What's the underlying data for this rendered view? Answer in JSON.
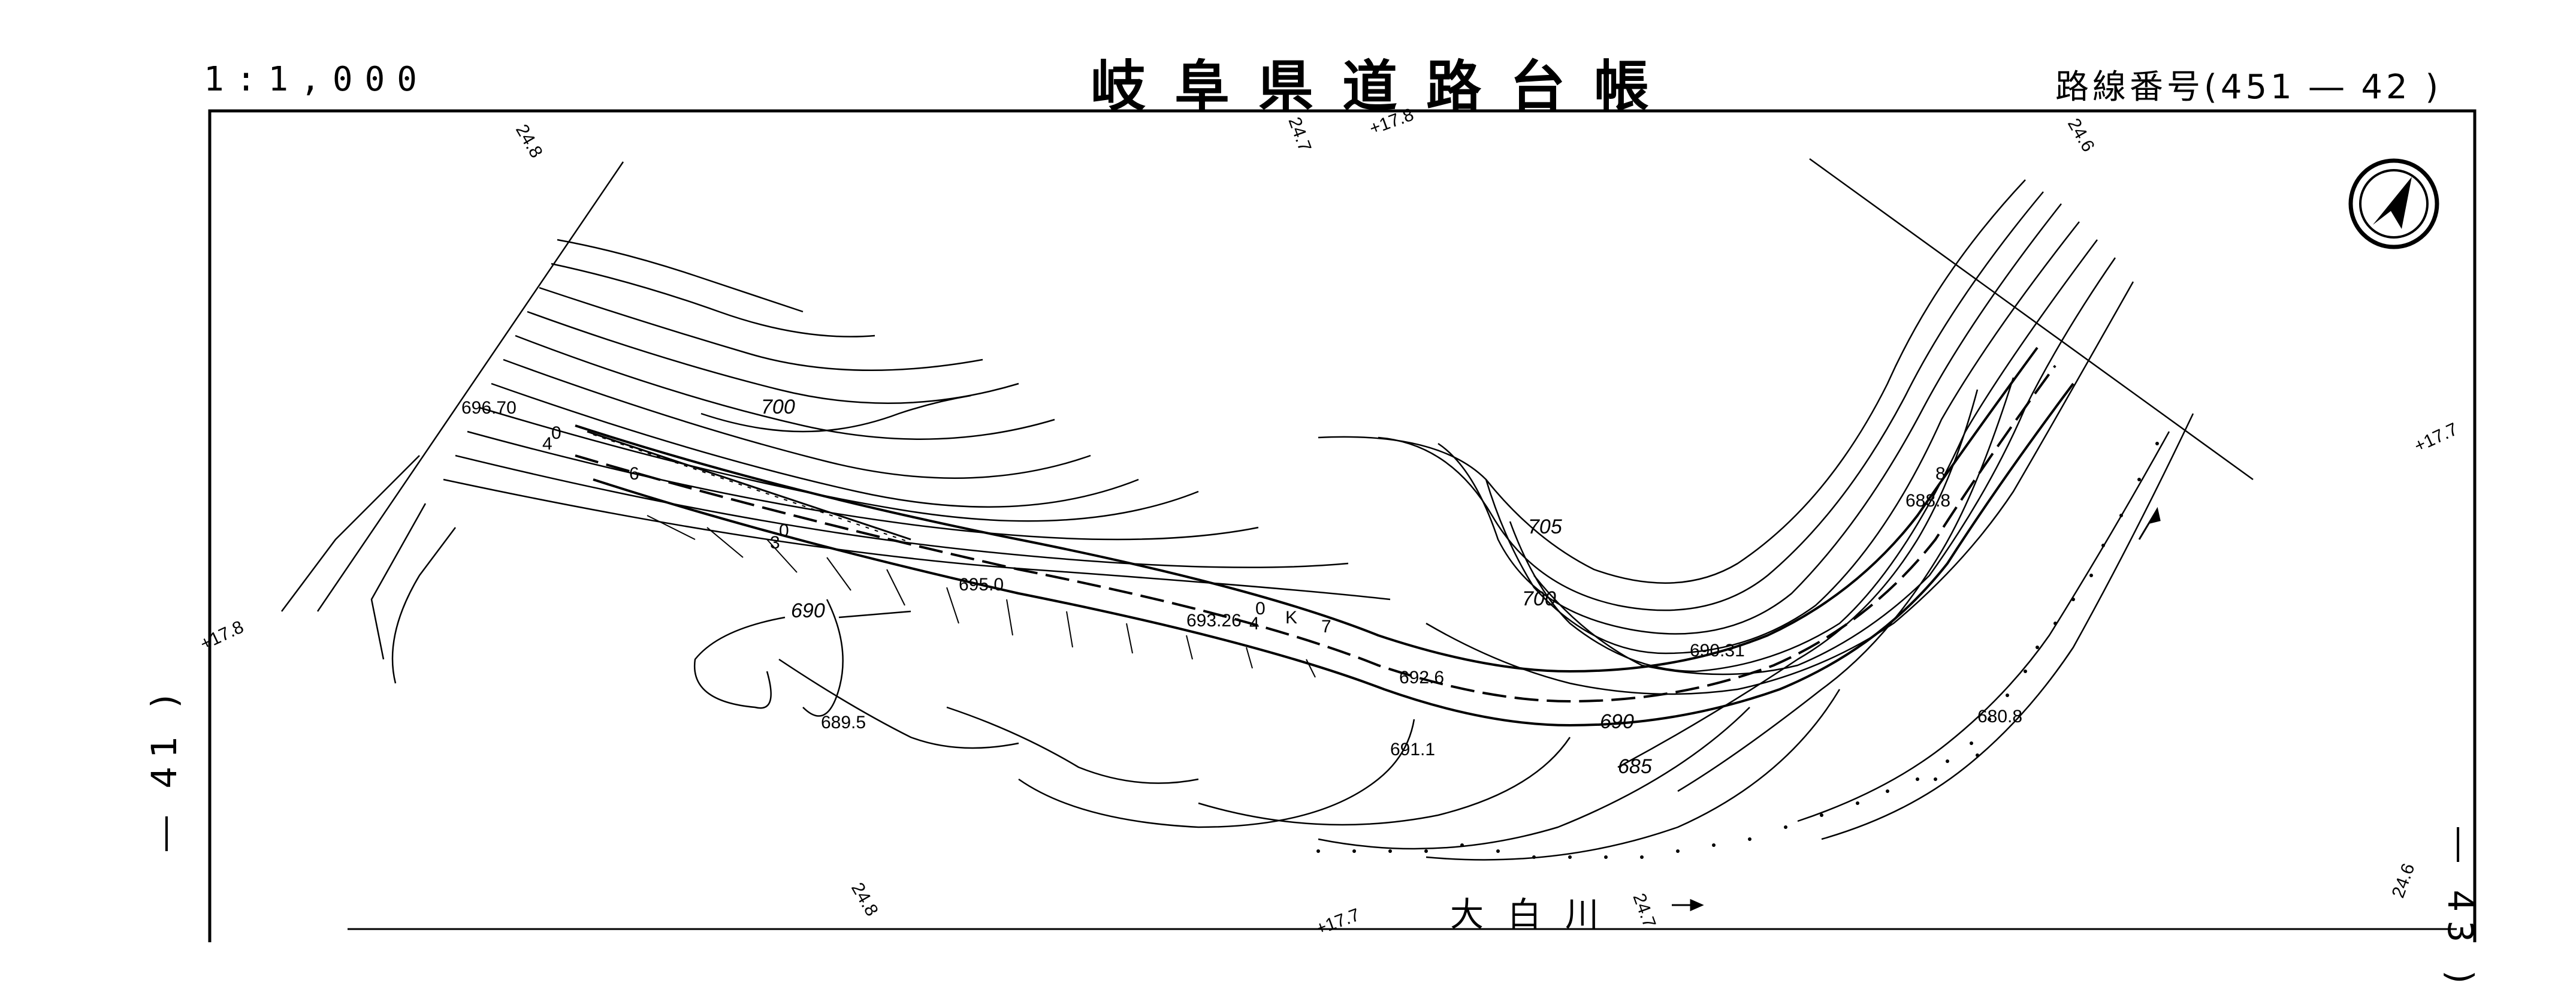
{
  "header": {
    "title": "岐阜県道路台帳",
    "scale": "1:1,000",
    "route_number": "路線番号(451 ― 42 )"
  },
  "sheet_refs": {
    "left": "― 41 )",
    "right": "― 43 )"
  },
  "map": {
    "contour_labels": [
      "700",
      "705",
      "700",
      "690",
      "690",
      "685"
    ],
    "spot_heights": [
      "696.70",
      "695.0",
      "693.26",
      "692.6",
      "691.1",
      "689.5",
      "690.31",
      "688.8",
      "680.8"
    ],
    "station_labels": [
      "4",
      "0",
      "6",
      "3",
      "0",
      "4",
      "0",
      "K",
      "7",
      "8"
    ],
    "grid_marks": [
      "24.8",
      "24.7",
      "+17.8",
      "24.6",
      "+17.7",
      "+17.8",
      "24.8",
      "+17.7",
      "24.7",
      "24.6"
    ],
    "river_name": "大白川",
    "north_arrow": "north-arrow-icon"
  }
}
